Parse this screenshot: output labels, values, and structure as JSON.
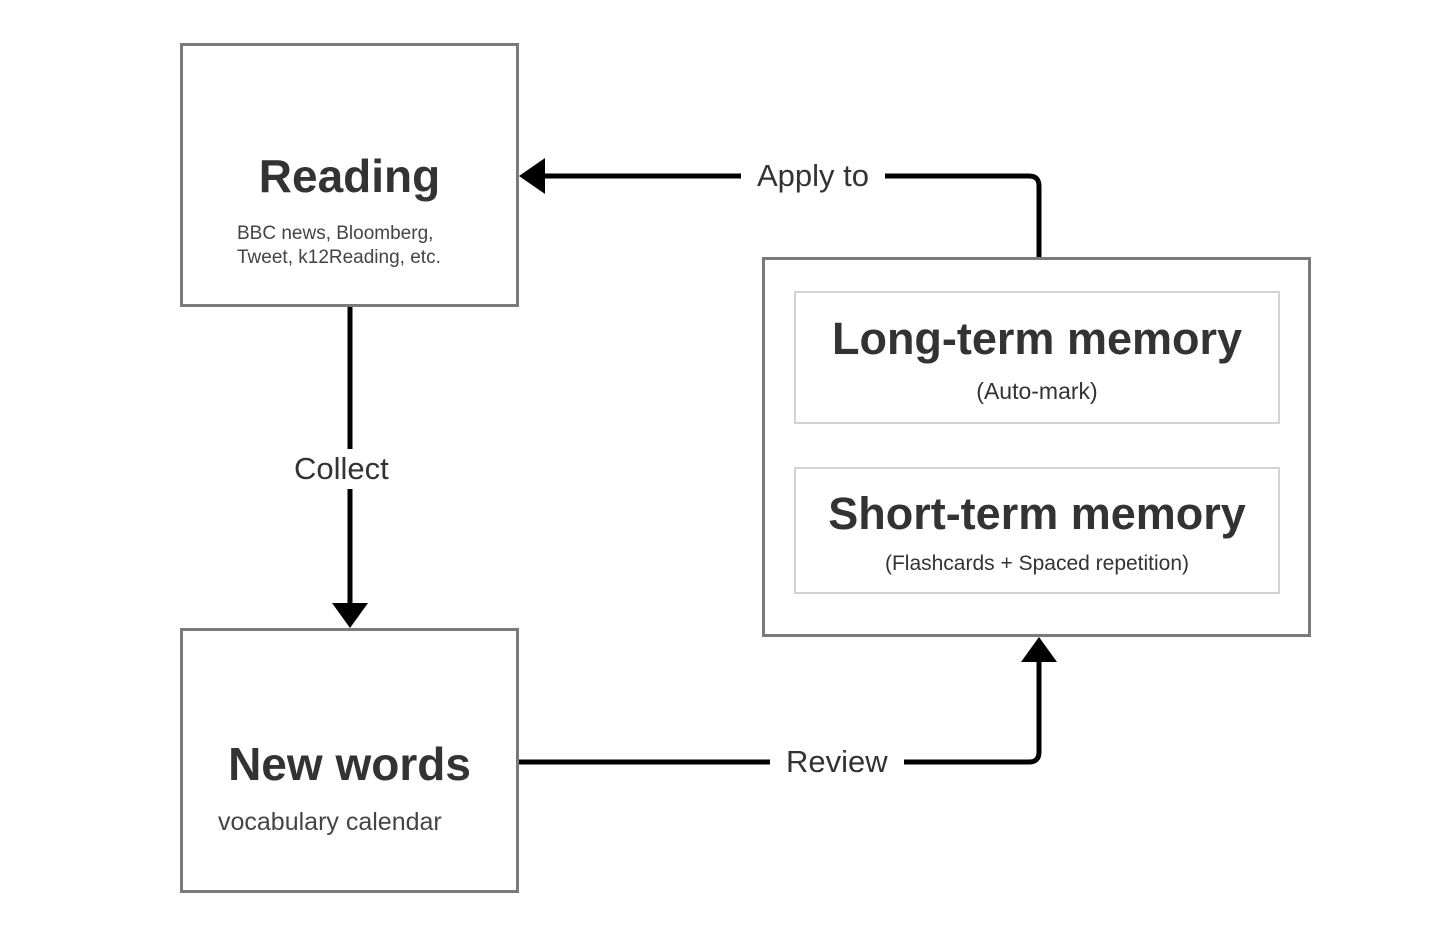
{
  "nodes": {
    "reading": {
      "title": "Reading",
      "subtitle_line1": "BBC news, Bloomberg,",
      "subtitle_line2": "Tweet, k12Reading, etc."
    },
    "new_words": {
      "title": "New words",
      "subtitle": "vocabulary calendar"
    },
    "memory": {
      "long_term": {
        "title": "Long-term memory",
        "subtitle": "(Auto-mark)"
      },
      "short_term": {
        "title": "Short-term memory",
        "subtitle": "(Flashcards + Spaced repetition)"
      }
    }
  },
  "edges": {
    "collect": "Collect",
    "review": "Review",
    "apply_to": "Apply to"
  },
  "colors": {
    "box_border": "#7a7a7a",
    "inner_border": "#d3d3d3",
    "arrow": "#000000",
    "text": "#333333"
  }
}
